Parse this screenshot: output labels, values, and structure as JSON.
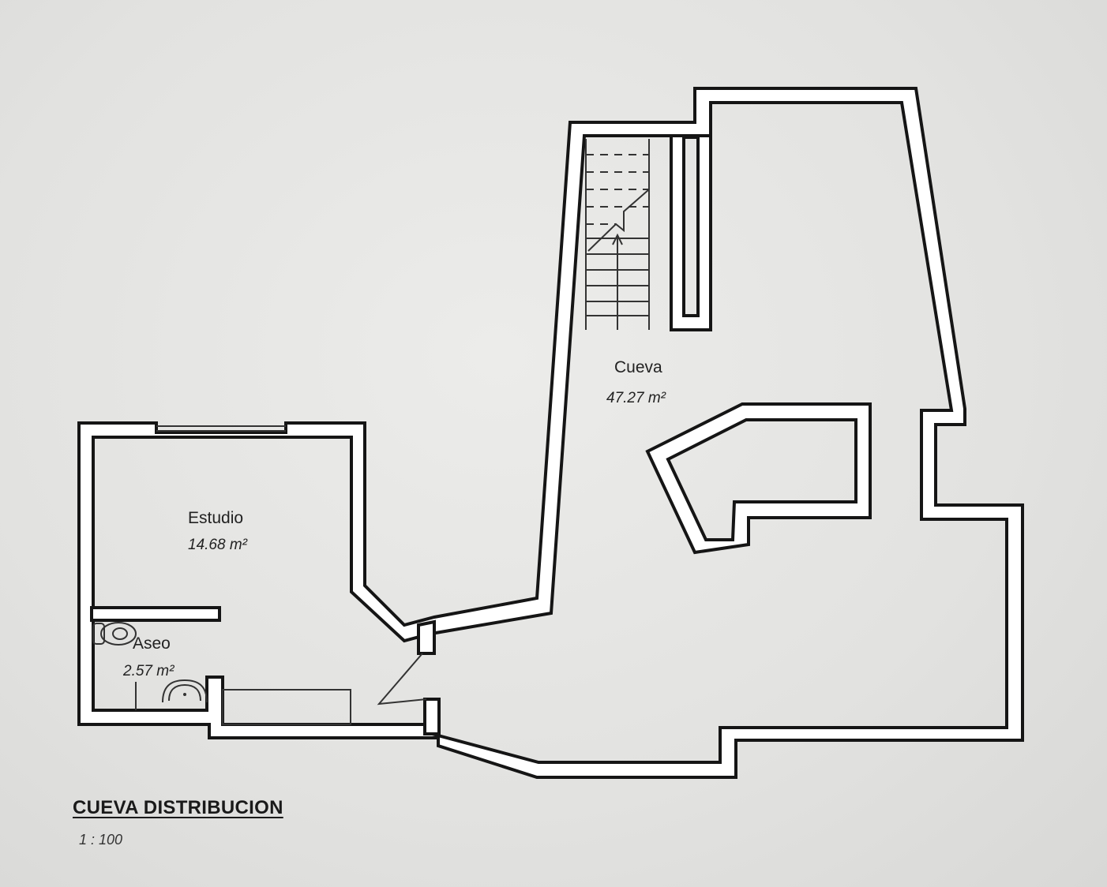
{
  "plan": {
    "title": "CUEVA DISTRIBUCION",
    "scale": "1 : 100",
    "rooms": [
      {
        "name": "Cueva",
        "area": "47.27 m²"
      },
      {
        "name": "Estudio",
        "area": "14.68 m²"
      },
      {
        "name": "Aseo",
        "area": "2.57 m²"
      }
    ]
  },
  "colors": {
    "ink": "#151515",
    "paper": "#e3e3e1",
    "wall_fill": "#ffffff"
  }
}
